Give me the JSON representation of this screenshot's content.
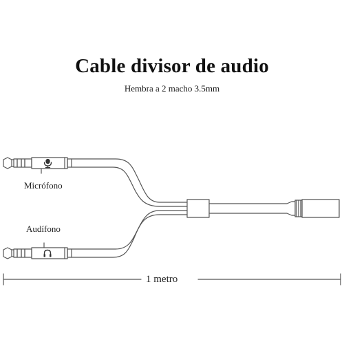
{
  "title": "Cable divisor de audio",
  "subtitle": "Hembra a 2 macho 3.5mm",
  "labels": {
    "mic": "Micrófono",
    "headphone": "Audífono",
    "length": "1 metro"
  },
  "icons": {
    "mic": "microphone-icon",
    "headphone": "headphone-icon"
  },
  "colors": {
    "line": "#555555",
    "text": "#111111"
  }
}
